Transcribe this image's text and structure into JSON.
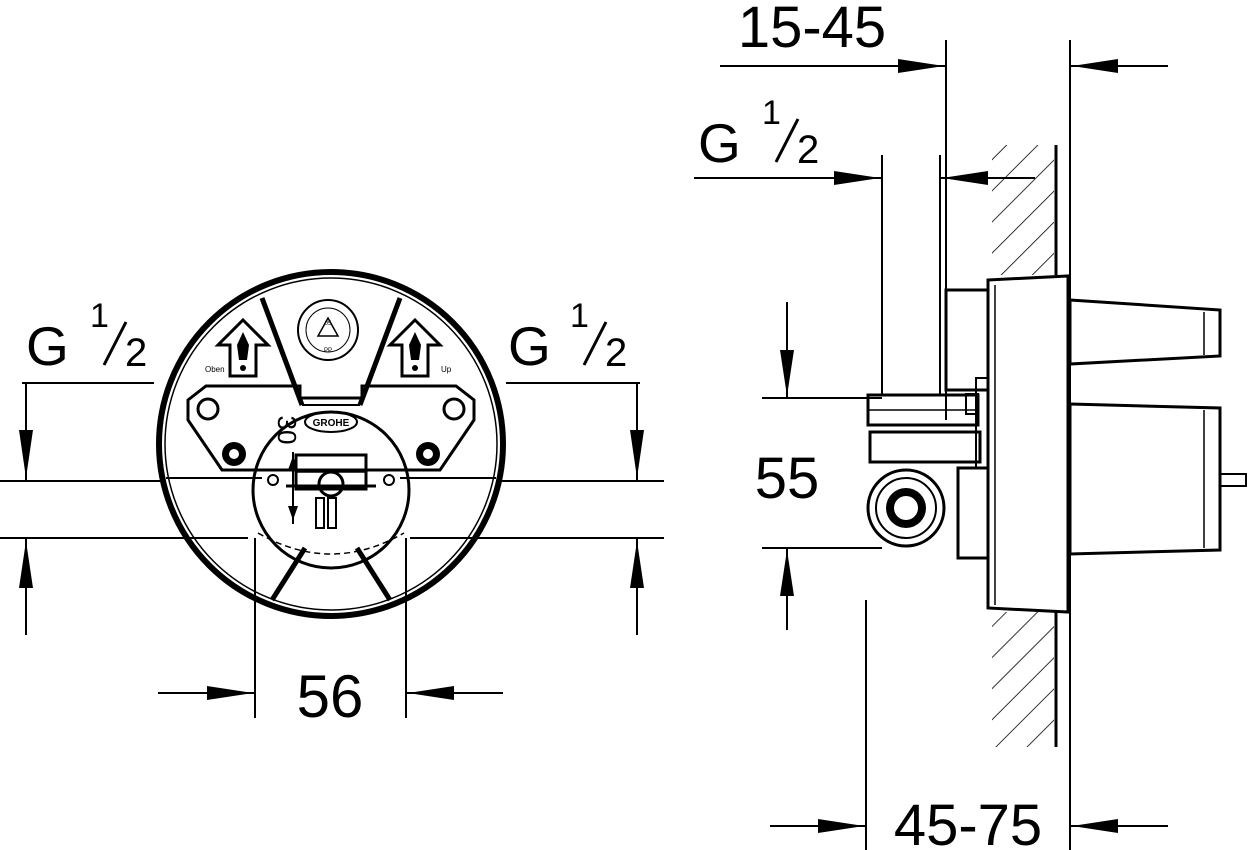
{
  "front_view": {
    "inlet_left_label": {
      "main": "G",
      "sup": "1",
      "sub": "2"
    },
    "inlet_right_label": {
      "main": "G",
      "sup": "1",
      "sub": "2"
    },
    "width_dimension": "56",
    "brand_mark": "GROHE",
    "angle_marking": "30",
    "recycle_code": "05",
    "recycle_material": "PP",
    "up_label_left": "Oben",
    "up_label_right": "Up"
  },
  "side_view": {
    "wall_thickness_dimension": "15-45",
    "inlet_label": {
      "main": "G",
      "sup": "1",
      "sub": "2"
    },
    "height_dimension": "55",
    "depth_dimension": "45-75"
  }
}
